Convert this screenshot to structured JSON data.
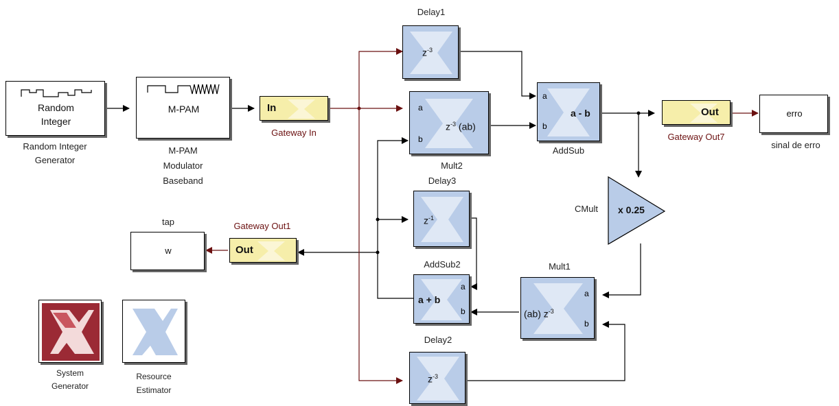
{
  "blocks": {
    "random_integer": {
      "text_line1": "Random",
      "text_line2": "Integer",
      "caption_line1": "Random Integer",
      "caption_line2": "Generator"
    },
    "mpam": {
      "text": "M-PAM",
      "caption_line1": "M-PAM",
      "caption_line2": "Modulator",
      "caption_line3": "Baseband"
    },
    "gateway_in": {
      "text": "In",
      "caption": "Gateway In"
    },
    "delay1": {
      "caption": "Delay1",
      "expr": "z",
      "exp": "-3"
    },
    "mult2": {
      "caption": "Mult2",
      "port_a": "a",
      "port_b": "b",
      "expr": "z",
      "exp": "-3",
      "suffix": "(ab)"
    },
    "addsub": {
      "caption": "AddSub",
      "port_a": "a",
      "port_b": "b",
      "expr": "a - b"
    },
    "gateway_out7": {
      "text": "Out",
      "caption": "Gateway Out7"
    },
    "erro": {
      "text": "erro",
      "caption": "sinal de erro"
    },
    "delay3": {
      "caption": "Delay3",
      "expr": "z",
      "exp": "-1"
    },
    "cmult": {
      "caption": "CMult",
      "expr": "x 0.25"
    },
    "tap": {
      "text": "w",
      "caption": "tap"
    },
    "gateway_out1": {
      "text": "Out",
      "caption": "Gateway Out1"
    },
    "addsub2": {
      "caption": "AddSub2",
      "port_a": "a",
      "port_b": "b",
      "expr": "a + b"
    },
    "mult1": {
      "caption": "Mult1",
      "port_a": "a",
      "port_b": "b",
      "prefix": "(ab)",
      "expr": "z",
      "exp": "-3"
    },
    "delay2": {
      "caption": "Delay2",
      "expr": "z",
      "exp": "-3"
    },
    "system_generator": {
      "caption_line1": "System",
      "caption_line2": "Generator"
    },
    "resource_estimator": {
      "caption_line1": "Resource",
      "caption_line2": "Estimator"
    }
  },
  "colors": {
    "xilinx_block": "#b9cce8",
    "gateway_block": "#f6eeaa",
    "signal_red": "#6b1010",
    "sysgen_red": "#9b2a35"
  }
}
